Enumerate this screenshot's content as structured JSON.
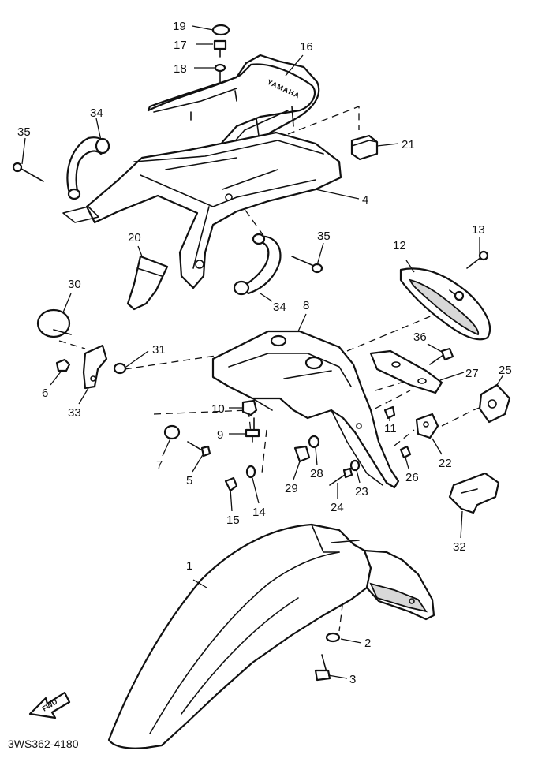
{
  "diagram": {
    "drawing_code": "3WS362-4180",
    "direction_label": "FWD",
    "carrier_badge": "YAMAHA",
    "callouts": [
      "1",
      "2",
      "3",
      "4",
      "5",
      "6",
      "7",
      "8",
      "9",
      "10",
      "11",
      "12",
      "13",
      "14",
      "15",
      "16",
      "17",
      "18",
      "19",
      "20",
      "21",
      "22",
      "23",
      "24",
      "25",
      "26",
      "27",
      "28",
      "29",
      "30",
      "31",
      "32",
      "33",
      "34",
      "35",
      "34",
      "35",
      "36"
    ]
  }
}
